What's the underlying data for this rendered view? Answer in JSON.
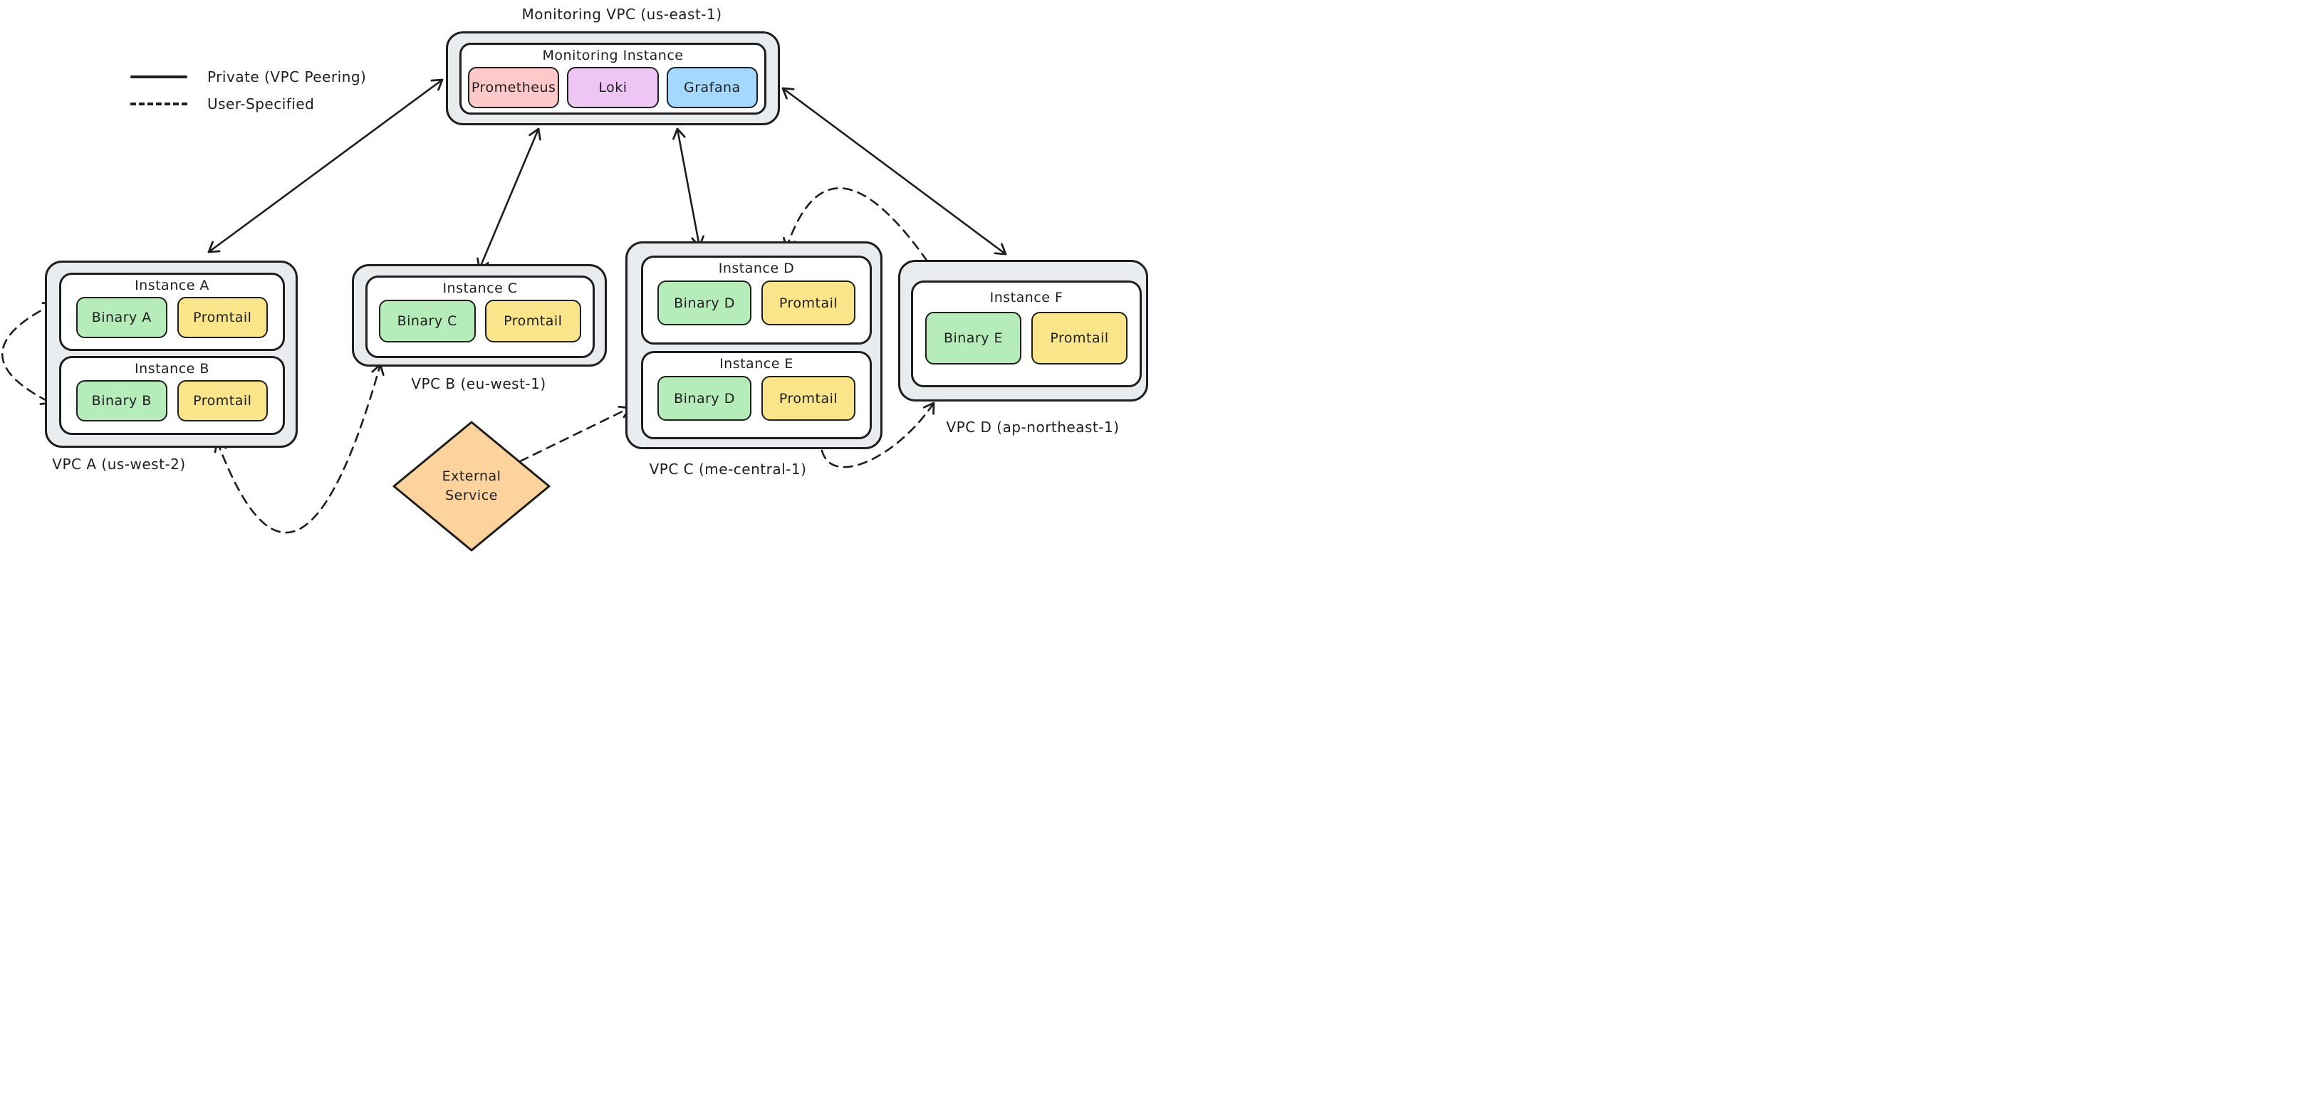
{
  "legend": {
    "items": [
      {
        "line_style": "solid",
        "label": "Private (VPC Peering)"
      },
      {
        "line_style": "dashed",
        "label": "User-Specified"
      }
    ]
  },
  "monitoring_vpc": {
    "label": "Monitoring VPC (us-east-1)",
    "instance": {
      "title": "Monitoring Instance",
      "services": [
        {
          "name": "Prometheus",
          "color_key": "pink"
        },
        {
          "name": "Loki",
          "color_key": "purple"
        },
        {
          "name": "Grafana",
          "color_key": "blue"
        }
      ]
    }
  },
  "vpcs": [
    {
      "id": "vpc-a",
      "label": "VPC A (us-west-2)",
      "instances": [
        {
          "title": "Instance A",
          "components": [
            {
              "name": "Binary A",
              "color_key": "green"
            },
            {
              "name": "Promtail",
              "color_key": "yellow"
            }
          ]
        },
        {
          "title": "Instance B",
          "components": [
            {
              "name": "Binary B",
              "color_key": "green"
            },
            {
              "name": "Promtail",
              "color_key": "yellow"
            }
          ]
        }
      ]
    },
    {
      "id": "vpc-b",
      "label": "VPC B (eu-west-1)",
      "instances": [
        {
          "title": "Instance C",
          "components": [
            {
              "name": "Binary C",
              "color_key": "green"
            },
            {
              "name": "Promtail",
              "color_key": "yellow"
            }
          ]
        }
      ]
    },
    {
      "id": "vpc-c",
      "label": "VPC C (me-central-1)",
      "instances": [
        {
          "title": "Instance D",
          "components": [
            {
              "name": "Binary D",
              "color_key": "green"
            },
            {
              "name": "Promtail",
              "color_key": "yellow"
            }
          ]
        },
        {
          "title": "Instance E",
          "components": [
            {
              "name": "Binary D",
              "color_key": "green"
            },
            {
              "name": "Promtail",
              "color_key": "yellow"
            }
          ]
        }
      ]
    },
    {
      "id": "vpc-d",
      "label": "VPC D (ap-northeast-1)",
      "instances": [
        {
          "title": "Instance F",
          "components": [
            {
              "name": "Binary E",
              "color_key": "green"
            },
            {
              "name": "Promtail",
              "color_key": "yellow"
            }
          ]
        }
      ]
    }
  ],
  "external_service": {
    "label": "External Service"
  },
  "connections": [
    {
      "from": "monitoring-instance",
      "to": "vpc-a",
      "type": "Private (VPC Peering)",
      "style": "solid",
      "bidirectional": true
    },
    {
      "from": "monitoring-instance",
      "to": "vpc-b",
      "type": "Private (VPC Peering)",
      "style": "solid",
      "bidirectional": true
    },
    {
      "from": "monitoring-instance",
      "to": "vpc-c",
      "type": "Private (VPC Peering)",
      "style": "solid",
      "bidirectional": true
    },
    {
      "from": "monitoring-instance",
      "to": "vpc-d",
      "type": "Private (VPC Peering)",
      "style": "solid",
      "bidirectional": true
    },
    {
      "from": "instance-a",
      "to": "instance-b",
      "type": "User-Specified",
      "style": "dashed",
      "bidirectional": true
    },
    {
      "from": "vpc-a",
      "to": "vpc-b",
      "type": "User-Specified",
      "style": "dashed",
      "bidirectional": true
    },
    {
      "from": "external-service",
      "to": "instance-e",
      "type": "User-Specified",
      "style": "dashed",
      "bidirectional": false
    },
    {
      "from": "instance-d",
      "to": "vpc-d",
      "type": "User-Specified",
      "style": "dashed",
      "bidirectional": true
    },
    {
      "from": "instance-e",
      "to": "instance-f",
      "type": "User-Specified",
      "style": "dashed",
      "bidirectional": true
    }
  ],
  "colors": {
    "stroke": "#1e1e1e",
    "vpc_fill": "#e8ecef",
    "instance_fill": "#ffffff",
    "green": "#b5ecba",
    "yellow": "#fae58b",
    "pink": "#ffc9c9",
    "purple": "#edc6f4",
    "blue": "#a5d8ff",
    "orange": "#fcd39c"
  }
}
